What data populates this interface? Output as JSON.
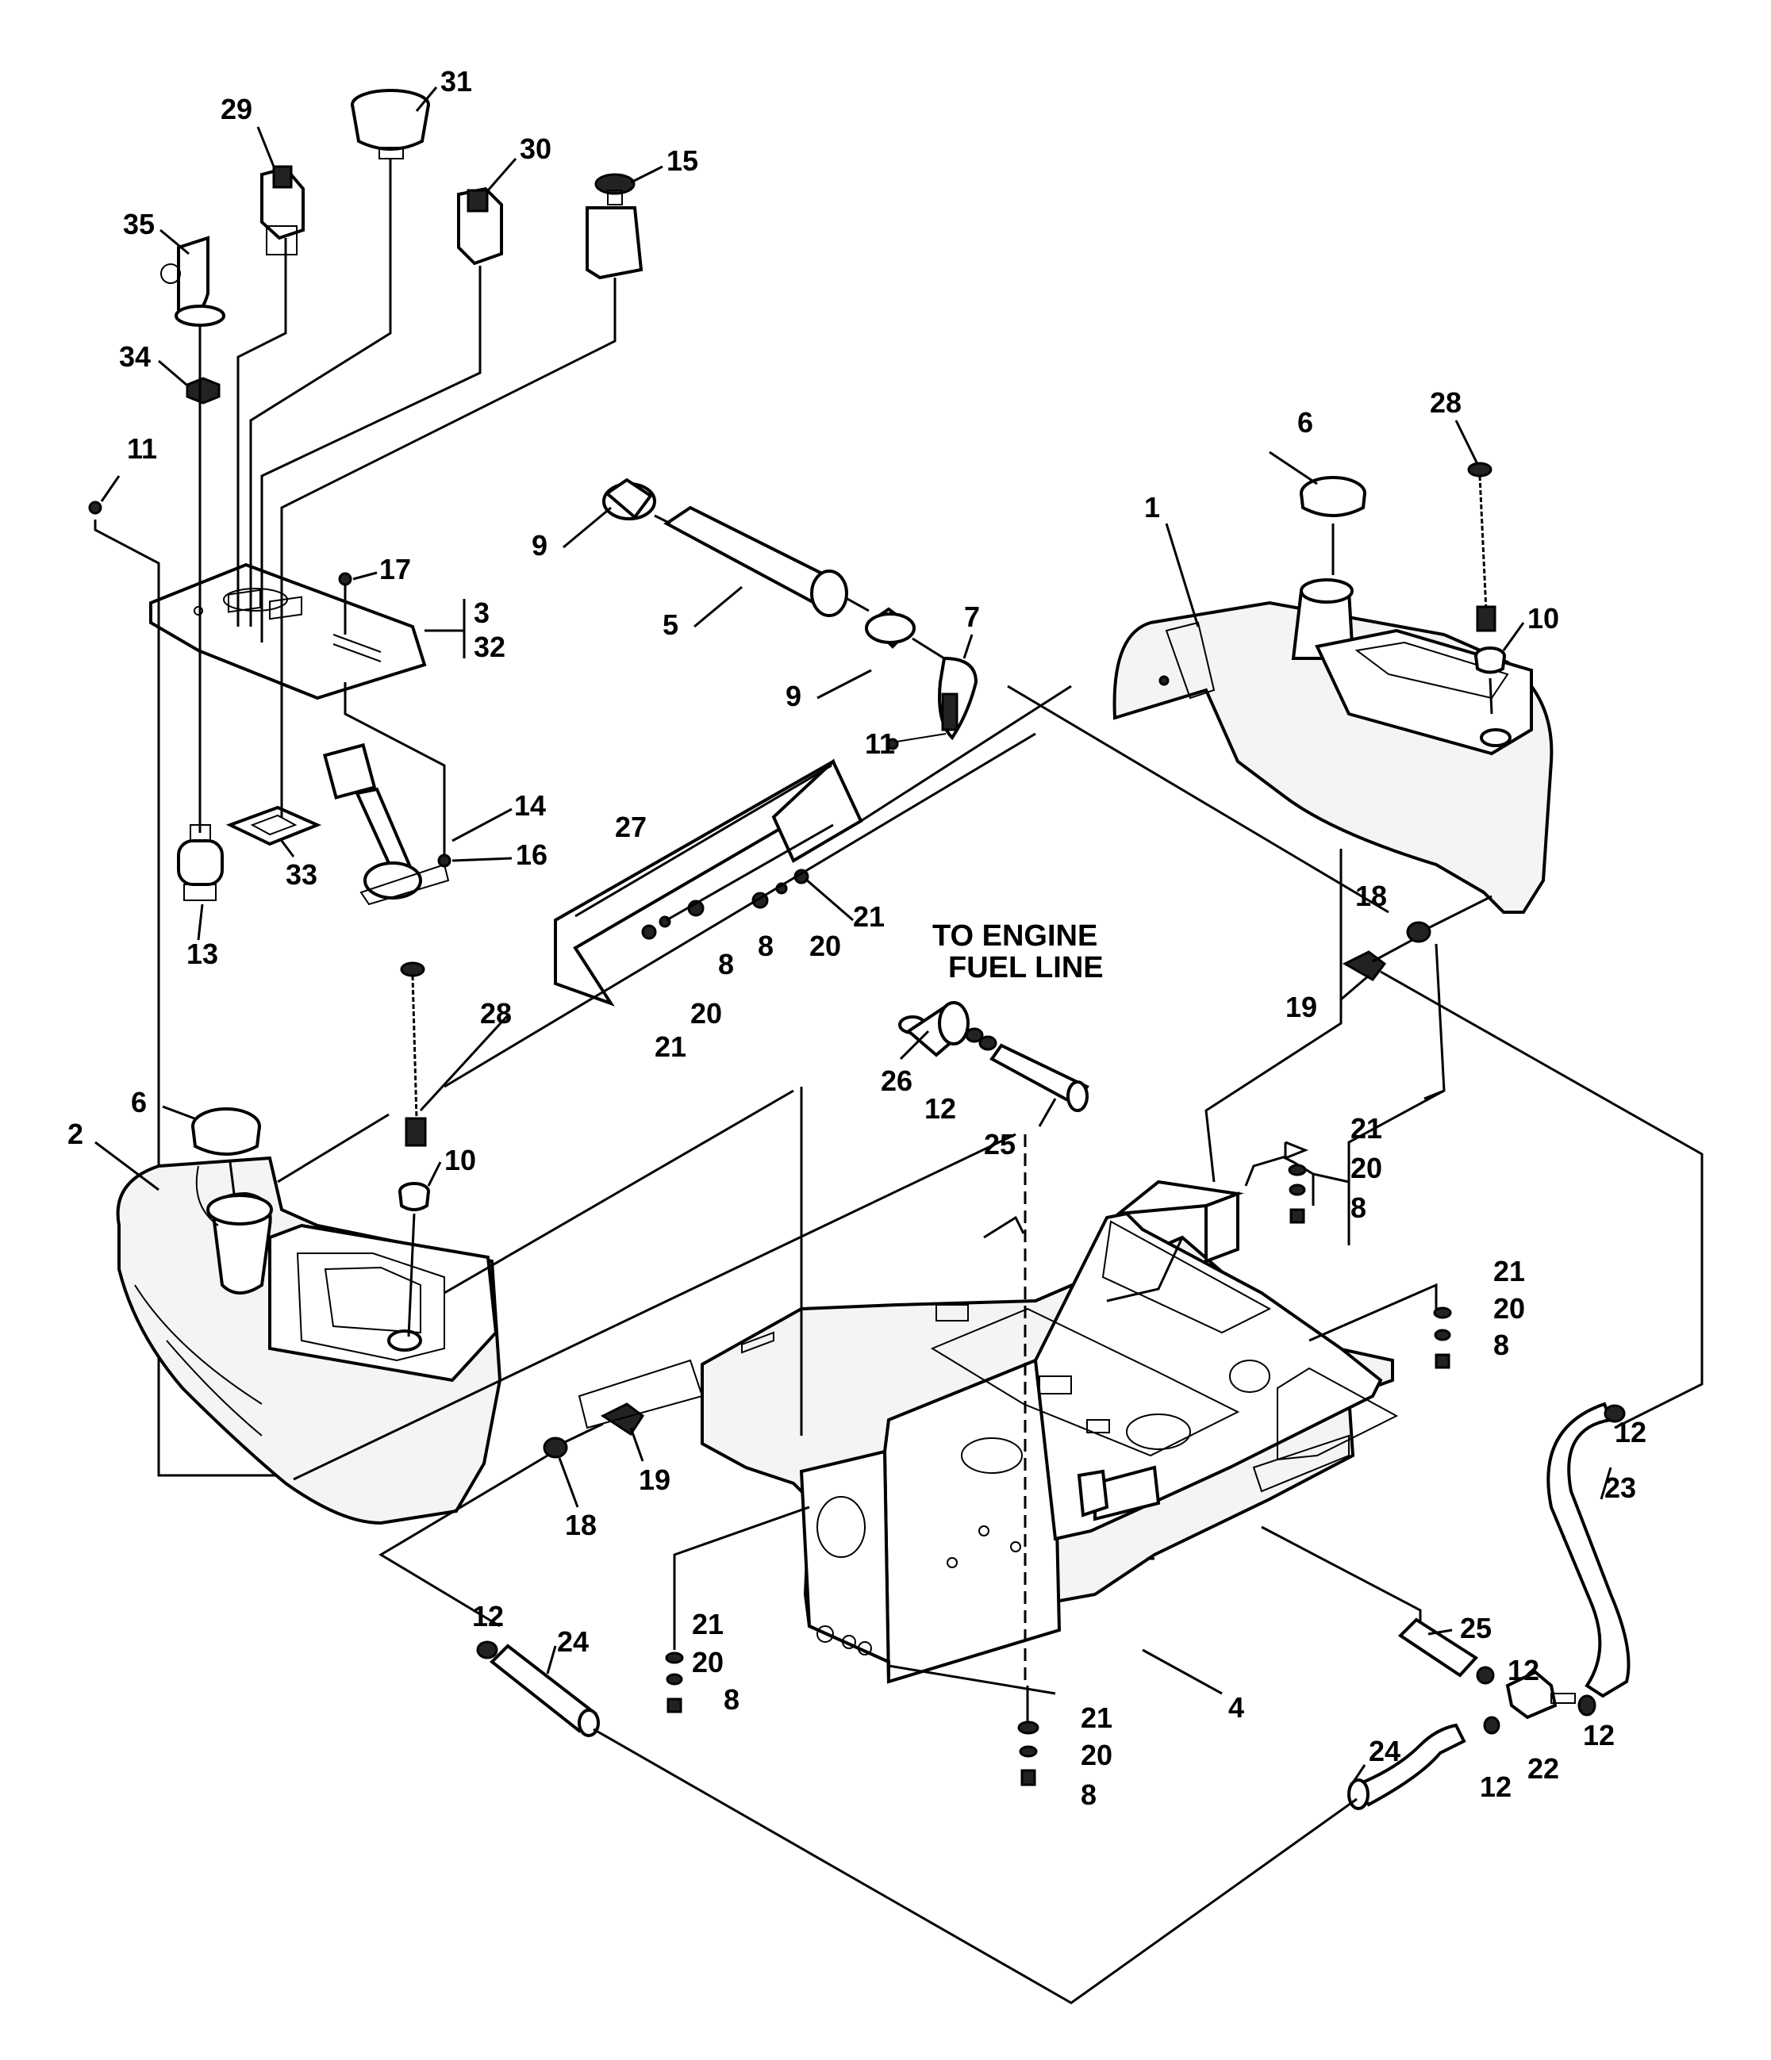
{
  "note": {
    "line1": "TO ENGINE",
    "line2": "FUEL LINE"
  },
  "callouts": [
    {
      "id": "c31",
      "text": "31"
    },
    {
      "id": "c29",
      "text": "29"
    },
    {
      "id": "c30",
      "text": "30"
    },
    {
      "id": "c15",
      "text": "15"
    },
    {
      "id": "c35",
      "text": "35"
    },
    {
      "id": "c34",
      "text": "34"
    },
    {
      "id": "c11a",
      "text": "11"
    },
    {
      "id": "c17",
      "text": "17"
    },
    {
      "id": "c3",
      "text": "3"
    },
    {
      "id": "c32",
      "text": "32"
    },
    {
      "id": "c14",
      "text": "14"
    },
    {
      "id": "c16",
      "text": "16"
    },
    {
      "id": "c33",
      "text": "33"
    },
    {
      "id": "c13",
      "text": "13"
    },
    {
      "id": "c9a",
      "text": "9"
    },
    {
      "id": "c5",
      "text": "5"
    },
    {
      "id": "c9b",
      "text": "9"
    },
    {
      "id": "c7",
      "text": "7"
    },
    {
      "id": "c11b",
      "text": "11"
    },
    {
      "id": "c27",
      "text": "27"
    },
    {
      "id": "c21a",
      "text": "21"
    },
    {
      "id": "c20a",
      "text": "20"
    },
    {
      "id": "c8a",
      "text": "8"
    },
    {
      "id": "c8b",
      "text": "8"
    },
    {
      "id": "c20b",
      "text": "20"
    },
    {
      "id": "c21b",
      "text": "21"
    },
    {
      "id": "c26",
      "text": "26"
    },
    {
      "id": "c12a",
      "text": "12"
    },
    {
      "id": "c25a",
      "text": "25"
    },
    {
      "id": "c6a",
      "text": "6"
    },
    {
      "id": "c28a",
      "text": "28"
    },
    {
      "id": "c1",
      "text": "1"
    },
    {
      "id": "c10a",
      "text": "10"
    },
    {
      "id": "c18a",
      "text": "18"
    },
    {
      "id": "c19a",
      "text": "19"
    },
    {
      "id": "c28b",
      "text": "28"
    },
    {
      "id": "c6b",
      "text": "6"
    },
    {
      "id": "c2",
      "text": "2"
    },
    {
      "id": "c10b",
      "text": "10"
    },
    {
      "id": "c21c",
      "text": "21"
    },
    {
      "id": "c20c",
      "text": "20"
    },
    {
      "id": "c8c",
      "text": "8"
    },
    {
      "id": "c21d",
      "text": "21"
    },
    {
      "id": "c20d",
      "text": "20"
    },
    {
      "id": "c8d",
      "text": "8"
    },
    {
      "id": "c12b",
      "text": "12"
    },
    {
      "id": "c19b",
      "text": "19"
    },
    {
      "id": "c18b",
      "text": "18"
    },
    {
      "id": "c23",
      "text": "23"
    },
    {
      "id": "c21e",
      "text": "21"
    },
    {
      "id": "c20e",
      "text": "20"
    },
    {
      "id": "c8e",
      "text": "8"
    },
    {
      "id": "c12c",
      "text": "12"
    },
    {
      "id": "c24a",
      "text": "24"
    },
    {
      "id": "c25b",
      "text": "25"
    },
    {
      "id": "c12d",
      "text": "12"
    },
    {
      "id": "c4",
      "text": "4"
    },
    {
      "id": "c21f",
      "text": "21"
    },
    {
      "id": "c20f",
      "text": "20"
    },
    {
      "id": "c8f",
      "text": "8"
    },
    {
      "id": "c12e",
      "text": "12"
    },
    {
      "id": "c22",
      "text": "22"
    },
    {
      "id": "c12f",
      "text": "12"
    },
    {
      "id": "c24b",
      "text": "24"
    }
  ]
}
